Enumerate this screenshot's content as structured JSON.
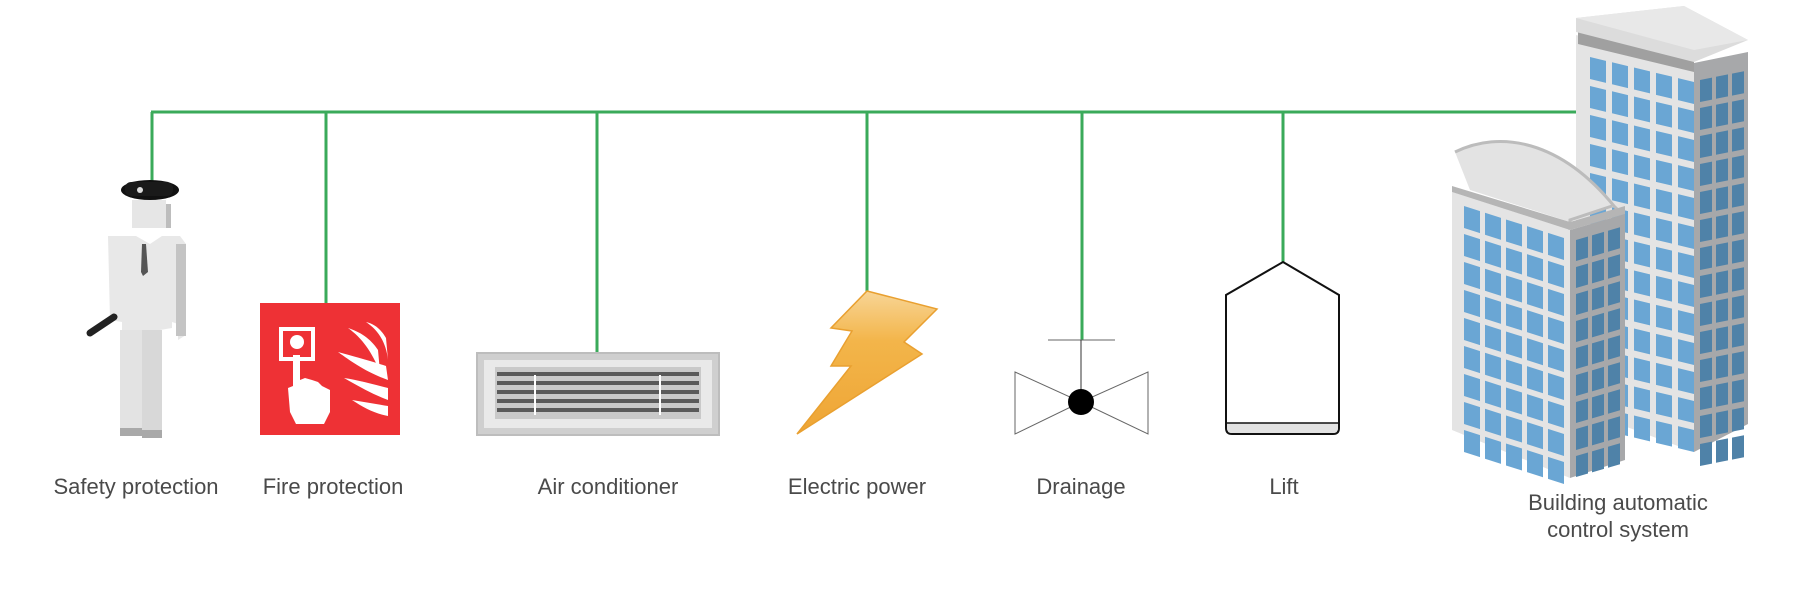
{
  "diagram": {
    "title": "Building automation subsystems",
    "bus_color": "#3aaa5a",
    "nodes": [
      {
        "id": "safety",
        "label": "Safety protection",
        "icon": "security-guard-icon"
      },
      {
        "id": "fire",
        "label": "Fire protection",
        "icon": "fire-alarm-icon",
        "color": "#ee3135"
      },
      {
        "id": "air",
        "label": "Air conditioner",
        "icon": "air-vent-icon"
      },
      {
        "id": "electric",
        "label": "Electric power",
        "icon": "lightning-bolt-icon",
        "color": "#f0ac3c"
      },
      {
        "id": "drainage",
        "label": "Drainage",
        "icon": "valve-icon"
      },
      {
        "id": "lift",
        "label": "Lift",
        "icon": "lift-icon"
      }
    ],
    "hub": {
      "label_line1": "Building automatic",
      "label_line2": "control system",
      "icon": "buildings-icon",
      "window_color": "#6aa6d4"
    }
  }
}
